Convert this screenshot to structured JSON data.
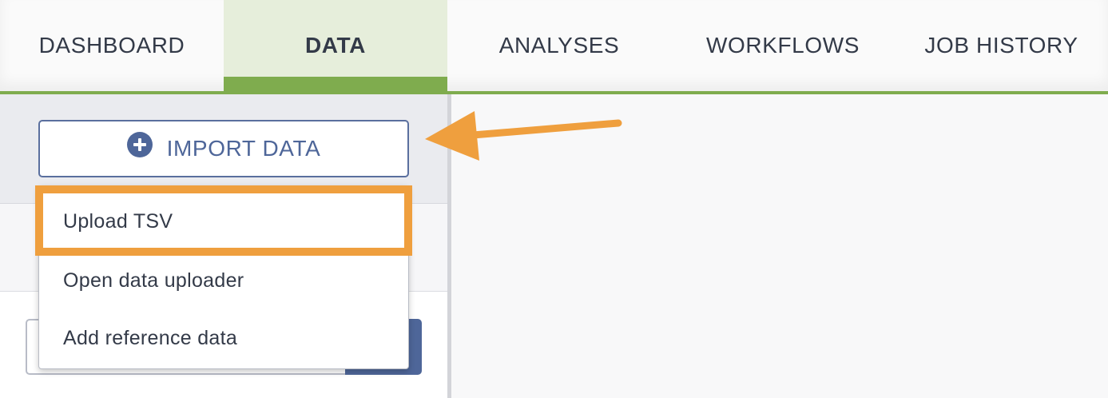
{
  "tabs": [
    {
      "label": "DASHBOARD",
      "active": false
    },
    {
      "label": "DATA",
      "active": true
    },
    {
      "label": "ANALYSES",
      "active": false
    },
    {
      "label": "WORKFLOWS",
      "active": false
    },
    {
      "label": "JOB HISTORY",
      "active": false
    }
  ],
  "import_button": {
    "label": "IMPORT DATA",
    "icon": "plus-circle-icon"
  },
  "import_menu": {
    "items": [
      {
        "label": "Upload TSV",
        "highlighted": true
      },
      {
        "label": "Open data uploader",
        "highlighted": false
      },
      {
        "label": "Add reference data",
        "highlighted": false
      }
    ]
  },
  "colors": {
    "accent_green": "#7fac4e",
    "active_tab_bg": "#e6eedb",
    "primary_blue": "#4e6699",
    "annotation_orange": "#ef9f3e",
    "text_dark": "#333a48"
  }
}
